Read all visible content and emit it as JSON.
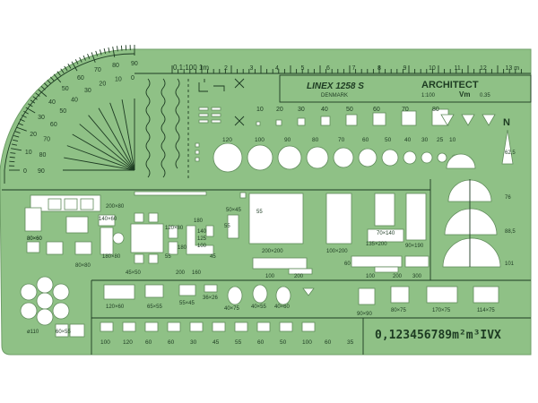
{
  "template": {
    "brand": "LINEX 1258 S",
    "country": "DENMARK",
    "title": "ARCHITECT",
    "scale_label": "1:100",
    "pen_label": "0.35",
    "pen_symbol": "Vm",
    "ruler": {
      "start": "0 1:100 1m",
      "ticks": [
        "2",
        "3",
        "4",
        "5",
        "6",
        "7",
        "8",
        "9",
        "10",
        "11",
        "12",
        "13 m"
      ]
    },
    "protractor_outer": [
      "90",
      "80",
      "70",
      "60",
      "50",
      "40",
      "30",
      "20",
      "10",
      "0"
    ],
    "protractor_inner": [
      "0",
      "10",
      "20",
      "30",
      "40",
      "50",
      "60",
      "70",
      "80",
      "90"
    ],
    "circle_sizes": [
      "120",
      "100",
      "90",
      "80",
      "70",
      "60",
      "50",
      "40",
      "30",
      "25",
      "10"
    ],
    "square_sizes": [
      "10",
      "20",
      "30",
      "40",
      "50",
      "60",
      "70",
      "80"
    ],
    "north_label": "N",
    "arc_labels": [
      "62,5",
      "76",
      "88,5",
      "101"
    ],
    "table_labels": [
      "200×80",
      "140×60",
      "80×60",
      "180×80",
      "80×80",
      "45×50",
      "120×80",
      "55",
      "180",
      "200",
      "160",
      "180",
      "140",
      "125",
      "100",
      "55",
      "45",
      "50×45",
      "55"
    ],
    "bed_labels": [
      "200×200",
      "100×200",
      "70×140",
      "135×200",
      "90×190"
    ],
    "bath_labels": [
      "100",
      "200",
      "100",
      "200",
      "300",
      "60"
    ],
    "row_labels": [
      "120×60",
      "65×55",
      "55×45",
      "36×26",
      "40×75",
      "40×55",
      "40×60",
      "90×90",
      "80×75",
      "170×75",
      "114×75"
    ],
    "bottom_labels": [
      "100",
      "120",
      "60",
      "60",
      "30",
      "45",
      "55",
      "60",
      "50",
      "100",
      "60",
      "35"
    ],
    "left_labels": [
      "80×60",
      "ø110",
      "60×55"
    ],
    "number_string": "0,123456789m²m³IVX"
  }
}
